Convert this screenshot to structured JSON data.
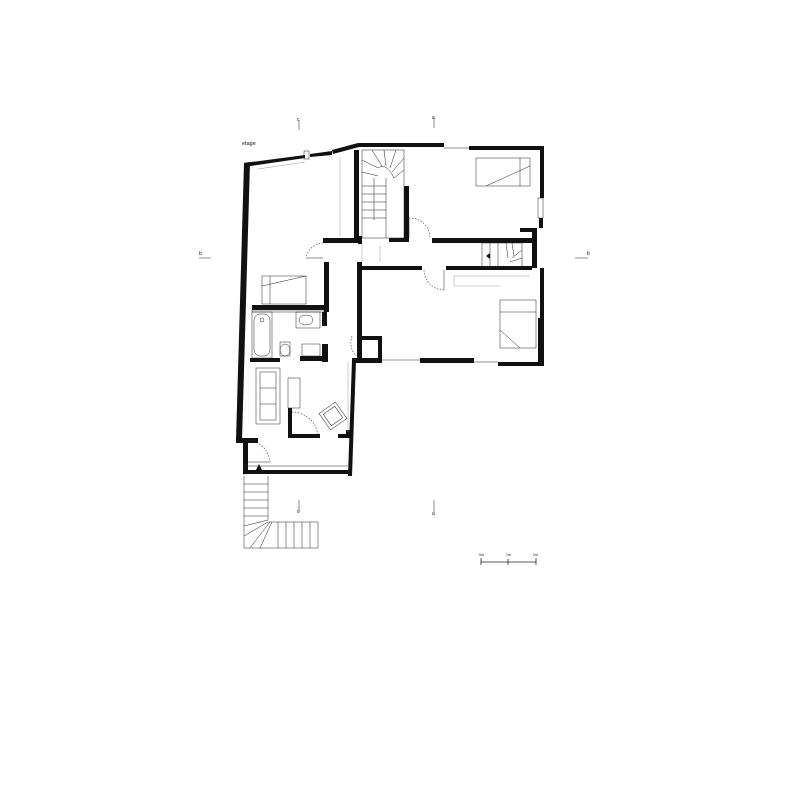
{
  "plan": {
    "floor_label": "etage",
    "sections": {
      "a": "a",
      "b": "b",
      "c": "c"
    },
    "scale_bar": {
      "start": "0m",
      "mid": "1m",
      "end": "2m"
    },
    "colors": {
      "wall": "#111111",
      "line": "#222222",
      "background": "#ffffff"
    }
  }
}
